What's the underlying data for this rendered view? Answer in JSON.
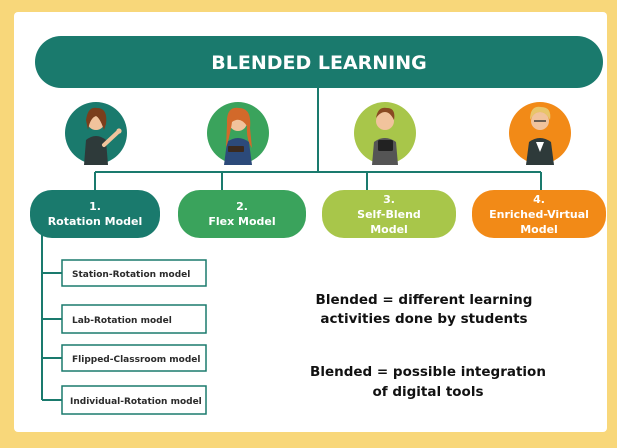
{
  "banner": {
    "title": "BLENDED LEARNING"
  },
  "colors": {
    "teal": "#1a7a6d",
    "green": "#3aa35c",
    "lime": "#a8c64a",
    "orange": "#f28a17",
    "line": "#1a7a6d",
    "background": "#f8d77a"
  },
  "people": [
    {
      "icon": "woman-presenting-icon"
    },
    {
      "icon": "woman-holding-book-icon"
    },
    {
      "icon": "woman-holding-tablet-icon"
    },
    {
      "icon": "woman-with-glasses-icon"
    }
  ],
  "models": [
    {
      "num": "1.",
      "line1": "Rotation Model",
      "line2": ""
    },
    {
      "num": "2.",
      "line1": "Flex Model",
      "line2": ""
    },
    {
      "num": "3.",
      "line1": "Self-Blend",
      "line2": "Model"
    },
    {
      "num": "4.",
      "line1": "Enriched-Virtual",
      "line2": "Model"
    }
  ],
  "sub_models": [
    "Station-Rotation model",
    "Lab-Rotation model",
    "Flipped-Classroom model",
    "Individual-Rotation model"
  ],
  "notes": [
    {
      "line1": "Blended = different learning",
      "line2": "activities done by students"
    },
    {
      "line1": "Blended = possible integration",
      "line2": "of digital tools"
    }
  ]
}
